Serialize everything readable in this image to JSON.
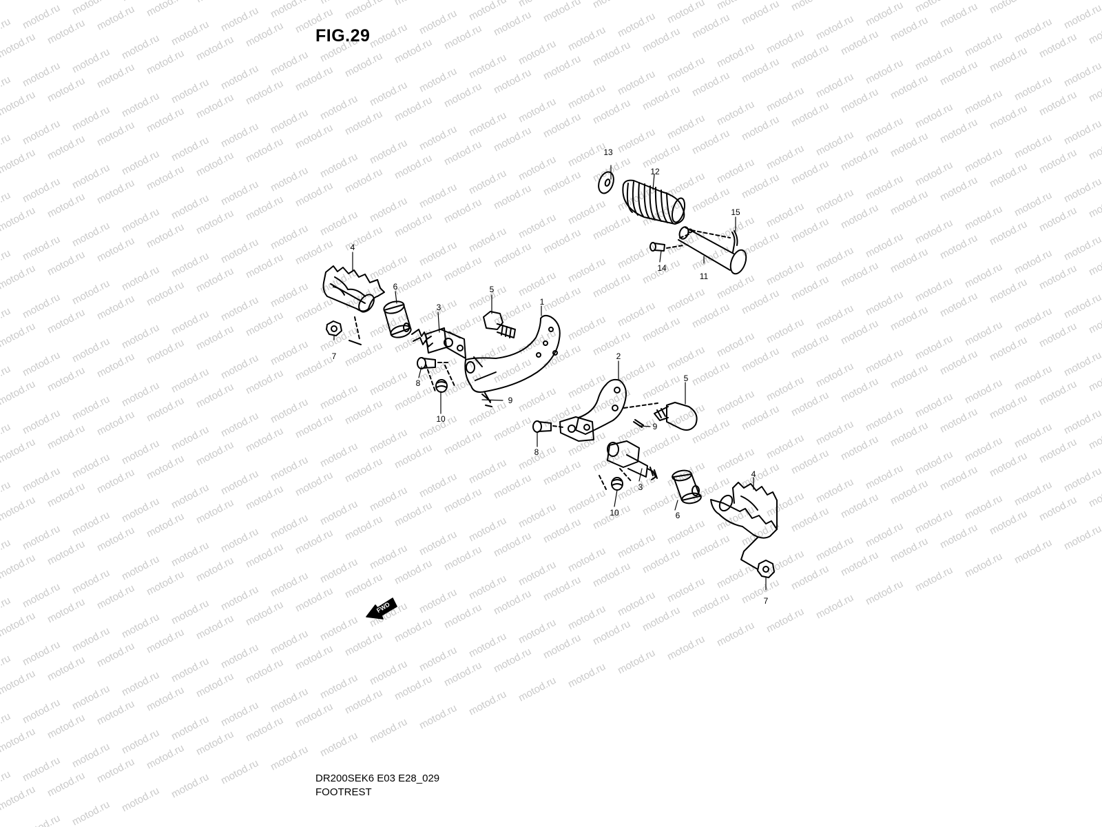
{
  "figure": {
    "title": "FIG.29"
  },
  "footer": {
    "model_code": "DR200SEK6 E03 E28_029",
    "section_name": "FOOTREST"
  },
  "watermark": {
    "text": "motod.ru"
  },
  "fwd_arrow": {
    "label": "FWD"
  },
  "callouts": [
    {
      "id": "c1",
      "number": "1"
    },
    {
      "id": "c2",
      "number": "2"
    },
    {
      "id": "c3a",
      "number": "3"
    },
    {
      "id": "c3b",
      "number": "3"
    },
    {
      "id": "c4a",
      "number": "4"
    },
    {
      "id": "c4b",
      "number": "4"
    },
    {
      "id": "c5a",
      "number": "5"
    },
    {
      "id": "c5b",
      "number": "5"
    },
    {
      "id": "c6a",
      "number": "6"
    },
    {
      "id": "c6b",
      "number": "6"
    },
    {
      "id": "c7a",
      "number": "7"
    },
    {
      "id": "c7b",
      "number": "7"
    },
    {
      "id": "c8a",
      "number": "8"
    },
    {
      "id": "c8b",
      "number": "8"
    },
    {
      "id": "c9a",
      "number": "9"
    },
    {
      "id": "c9b",
      "number": "9"
    },
    {
      "id": "c10a",
      "number": "10"
    },
    {
      "id": "c10b",
      "number": "10"
    },
    {
      "id": "c11",
      "number": "11"
    },
    {
      "id": "c12",
      "number": "12"
    },
    {
      "id": "c13",
      "number": "13"
    },
    {
      "id": "c14",
      "number": "14"
    },
    {
      "id": "c15",
      "number": "15"
    }
  ],
  "colors": {
    "line": "#000000",
    "watermark": "#c9c9c9",
    "background": "#ffffff"
  }
}
